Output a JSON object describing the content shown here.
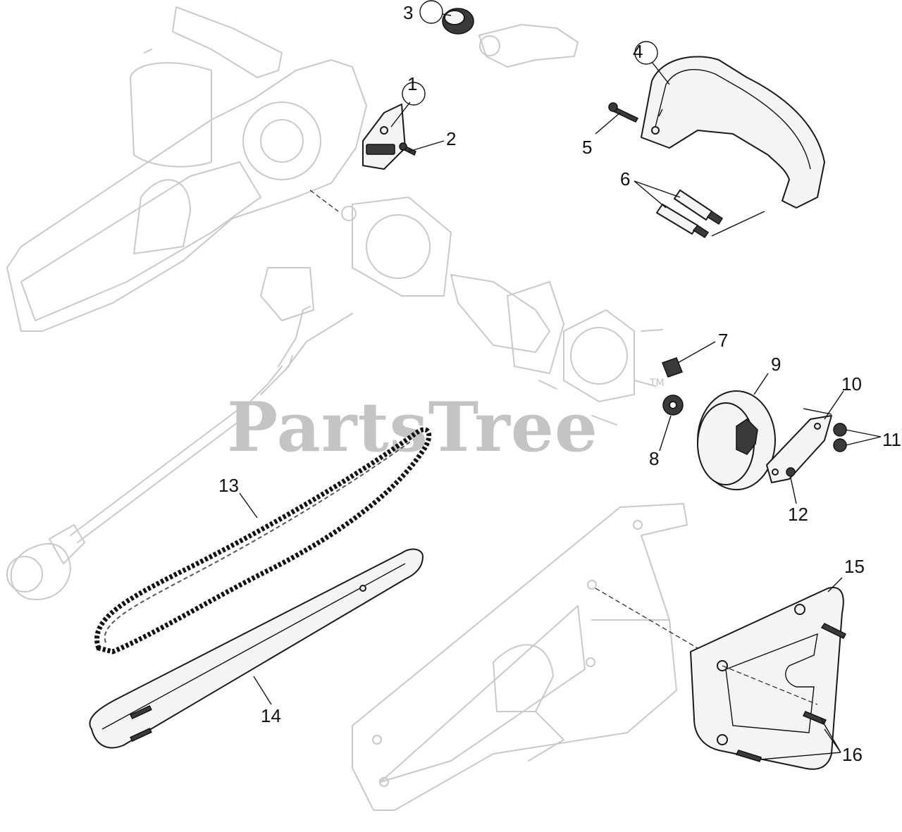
{
  "watermark": {
    "text": "PartsTree",
    "tm": "TM"
  },
  "callouts": [
    "1",
    "2",
    "3",
    "4",
    "5",
    "6",
    "7",
    "8",
    "9",
    "10",
    "11",
    "12",
    "13",
    "14",
    "15",
    "16"
  ],
  "colors": {
    "line": "#111111",
    "ghost": "#c9c9c9",
    "watermark": "#c4c4c4"
  }
}
